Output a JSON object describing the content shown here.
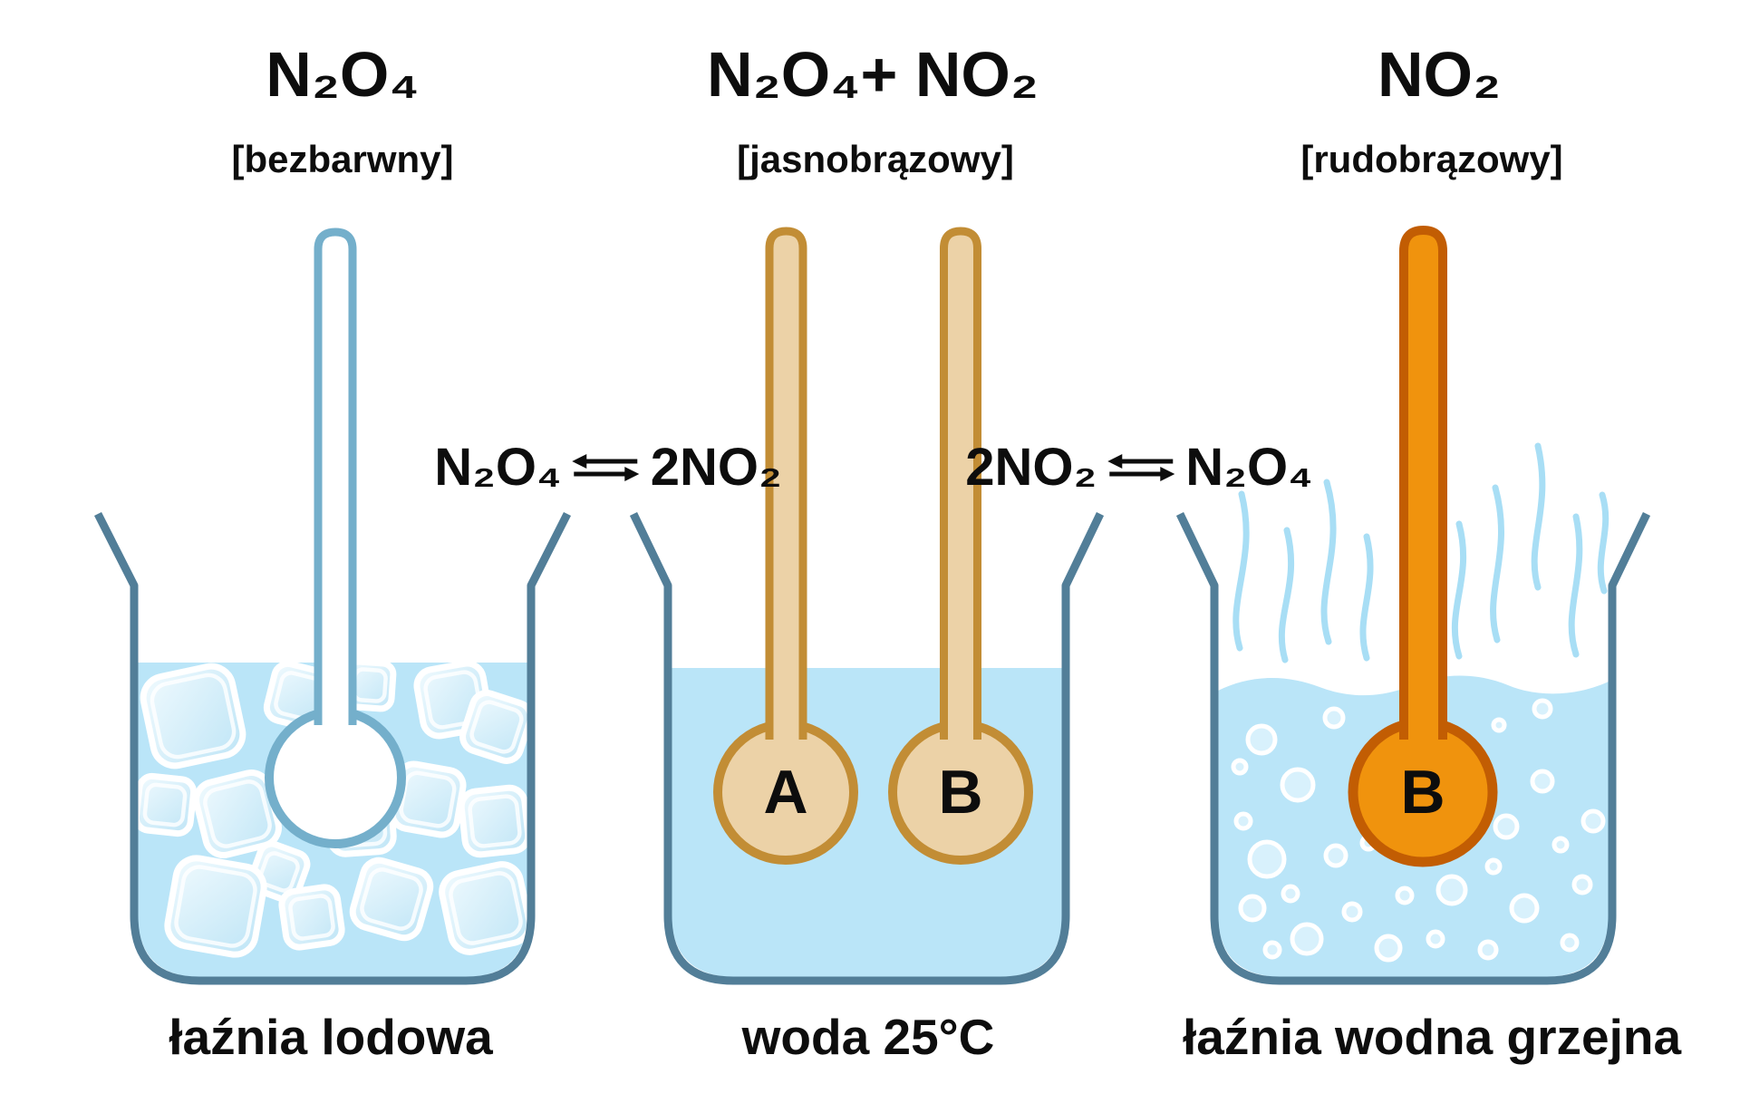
{
  "palette": {
    "beaker-outline": "#527e98",
    "water": "#bae5f8",
    "steam": "#a8def5",
    "thermo-cold-fill": "#ffffff",
    "thermo-cold-outline": "#74afcb",
    "thermo-warm-fill": "#ecd2a7",
    "thermo-warm-outline": "#c28d35",
    "thermo-hot-fill": "#f0930d",
    "thermo-hot-outline": "#c25d03",
    "text": "#0d0d0d"
  },
  "stations": [
    {
      "formula": "N₂O₄",
      "color_note": "[bezbarwny]",
      "bath_label": "łaźnia lodowa",
      "flask_labels": []
    },
    {
      "formula": "N₂O₄+ NO₂",
      "color_note": "[jasnobrązowy]",
      "bath_label": "woda 25°C",
      "flask_labels": [
        "A",
        "B"
      ]
    },
    {
      "formula": "NO₂",
      "color_note": "[rudobrązowy]",
      "bath_label": "łaźnia wodna grzejna",
      "flask_labels": [
        "B"
      ]
    }
  ],
  "equations": [
    {
      "left": "N₂O₄",
      "right": "2NO₂"
    },
    {
      "left": "2NO₂",
      "right": "N₂O₄"
    }
  ]
}
